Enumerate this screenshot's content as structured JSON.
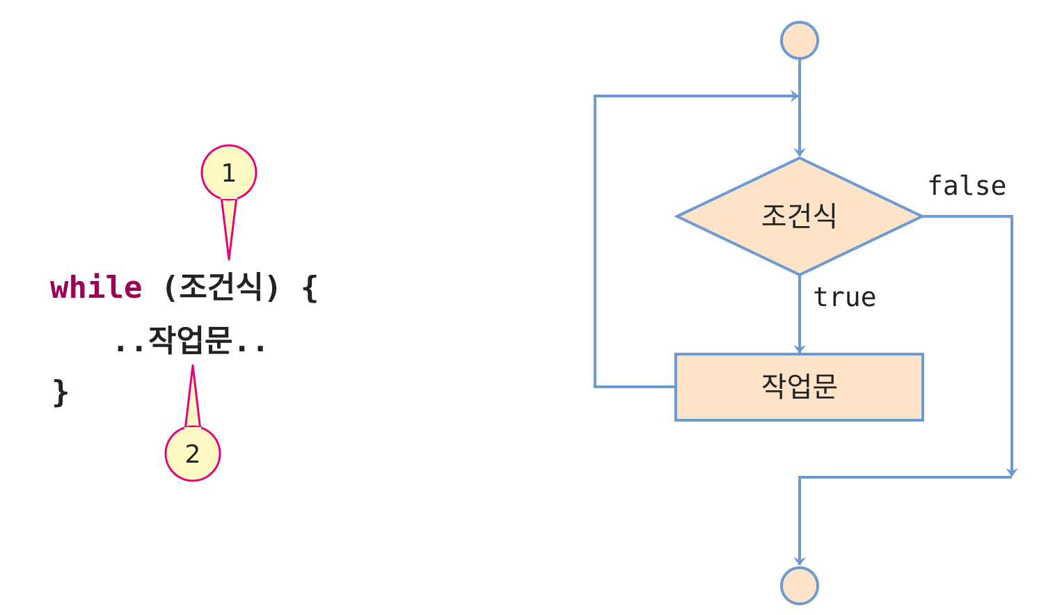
{
  "code": {
    "keyword": "while",
    "line1_rest": " (조건식) {",
    "line2": "..작업문..",
    "line3": "}"
  },
  "callouts": [
    {
      "number": "1"
    },
    {
      "number": "2"
    }
  ],
  "flowchart": {
    "condition_label": "조건식",
    "action_label": "작업문",
    "true_label": "true",
    "false_label": "false"
  },
  "colors": {
    "keyword": "#9b0057",
    "callout_stroke": "#e6007e",
    "callout_fill": "#fff9c4",
    "connector": "#6b9bd2",
    "node_fill": "#fde3c8"
  }
}
